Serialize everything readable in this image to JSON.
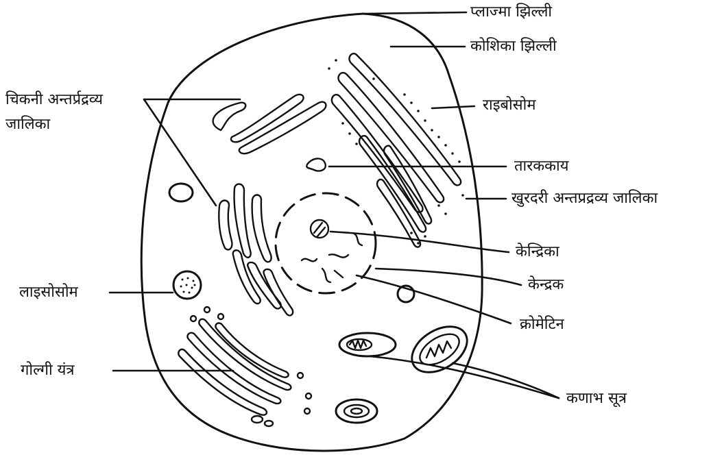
{
  "labels": {
    "plasma_membrane": "प्लाज्मा झिल्ली",
    "cell_membrane": "कोशिका झिल्ली",
    "smooth_er_line1": "चिकनी अन्तर्प्रद्रव्य",
    "smooth_er_line2": "जालिका",
    "ribosome": "राइबोसोम",
    "centrosome": "तारककाय",
    "rough_er": "खुरदरी अन्तप्रद्रव्य जालिका",
    "nucleolus": "केन्द्रिका",
    "nucleus": "केन्द्रक",
    "lysosome": "लाइसोसोम",
    "chromatin": "क्रोमेटिन",
    "golgi": "गोल्गी यंत्र",
    "mitochondria": "कणाभ सूत्र"
  }
}
